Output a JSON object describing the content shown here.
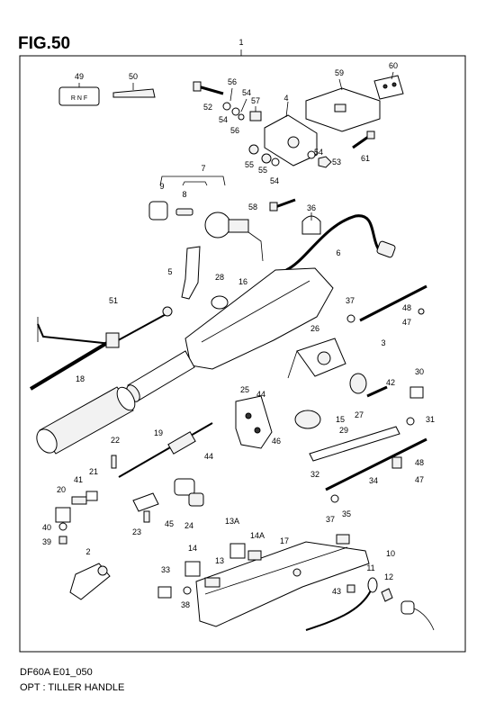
{
  "figure": {
    "title": "FIG.50"
  },
  "footer": {
    "code": "DF60A E01_050",
    "description": "OPT : TILLER HANDLE"
  },
  "decal_49": {
    "text": "R N F"
  },
  "callouts": [
    {
      "id": "c1",
      "label": "1"
    },
    {
      "id": "c49",
      "label": "49"
    },
    {
      "id": "c50",
      "label": "50"
    },
    {
      "id": "c59",
      "label": "59"
    },
    {
      "id": "c60",
      "label": "60"
    },
    {
      "id": "c56a",
      "label": "56"
    },
    {
      "id": "c54a",
      "label": "54"
    },
    {
      "id": "c57",
      "label": "57"
    },
    {
      "id": "c52",
      "label": "52"
    },
    {
      "id": "c54b",
      "label": "54"
    },
    {
      "id": "c56b",
      "label": "56"
    },
    {
      "id": "c4",
      "label": "4"
    },
    {
      "id": "c55a",
      "label": "55"
    },
    {
      "id": "c55b",
      "label": "55"
    },
    {
      "id": "c54c",
      "label": "54"
    },
    {
      "id": "c54d",
      "label": "54"
    },
    {
      "id": "c53",
      "label": "53"
    },
    {
      "id": "c61",
      "label": "61"
    },
    {
      "id": "c7",
      "label": "7"
    },
    {
      "id": "c9",
      "label": "9"
    },
    {
      "id": "c8",
      "label": "8"
    },
    {
      "id": "c58",
      "label": "58"
    },
    {
      "id": "c36",
      "label": "36"
    },
    {
      "id": "c6",
      "label": "6"
    },
    {
      "id": "c5",
      "label": "5"
    },
    {
      "id": "c28",
      "label": "28"
    },
    {
      "id": "c16",
      "label": "16"
    },
    {
      "id": "c51",
      "label": "51"
    },
    {
      "id": "c37a",
      "label": "37"
    },
    {
      "id": "c48a",
      "label": "48"
    },
    {
      "id": "c47a",
      "label": "47"
    },
    {
      "id": "c26",
      "label": "26"
    },
    {
      "id": "c3",
      "label": "3"
    },
    {
      "id": "c18",
      "label": "18"
    },
    {
      "id": "c25",
      "label": "25"
    },
    {
      "id": "c44a",
      "label": "44"
    },
    {
      "id": "c42",
      "label": "42"
    },
    {
      "id": "c30",
      "label": "30"
    },
    {
      "id": "c27",
      "label": "27"
    },
    {
      "id": "c15",
      "label": "15"
    },
    {
      "id": "c31",
      "label": "31"
    },
    {
      "id": "c46",
      "label": "46"
    },
    {
      "id": "c29",
      "label": "29"
    },
    {
      "id": "c22",
      "label": "22"
    },
    {
      "id": "c19",
      "label": "19"
    },
    {
      "id": "c44b",
      "label": "44"
    },
    {
      "id": "c48b",
      "label": "48"
    },
    {
      "id": "c32",
      "label": "32"
    },
    {
      "id": "c34",
      "label": "34"
    },
    {
      "id": "c47b",
      "label": "47"
    },
    {
      "id": "c20",
      "label": "20"
    },
    {
      "id": "c41",
      "label": "41"
    },
    {
      "id": "c21",
      "label": "21"
    },
    {
      "id": "c40",
      "label": "40"
    },
    {
      "id": "c39",
      "label": "39"
    },
    {
      "id": "c23",
      "label": "23"
    },
    {
      "id": "c45",
      "label": "45"
    },
    {
      "id": "c24",
      "label": "24"
    },
    {
      "id": "c37b",
      "label": "37"
    },
    {
      "id": "c35",
      "label": "35"
    },
    {
      "id": "c13A",
      "label": "13A"
    },
    {
      "id": "c14A",
      "label": "14A"
    },
    {
      "id": "c17",
      "label": "17"
    },
    {
      "id": "c2",
      "label": "2"
    },
    {
      "id": "c14",
      "label": "14"
    },
    {
      "id": "c13",
      "label": "13"
    },
    {
      "id": "c10",
      "label": "10"
    },
    {
      "id": "c11",
      "label": "11"
    },
    {
      "id": "c12",
      "label": "12"
    },
    {
      "id": "c33",
      "label": "33"
    },
    {
      "id": "c43",
      "label": "43"
    },
    {
      "id": "c38",
      "label": "38"
    }
  ]
}
